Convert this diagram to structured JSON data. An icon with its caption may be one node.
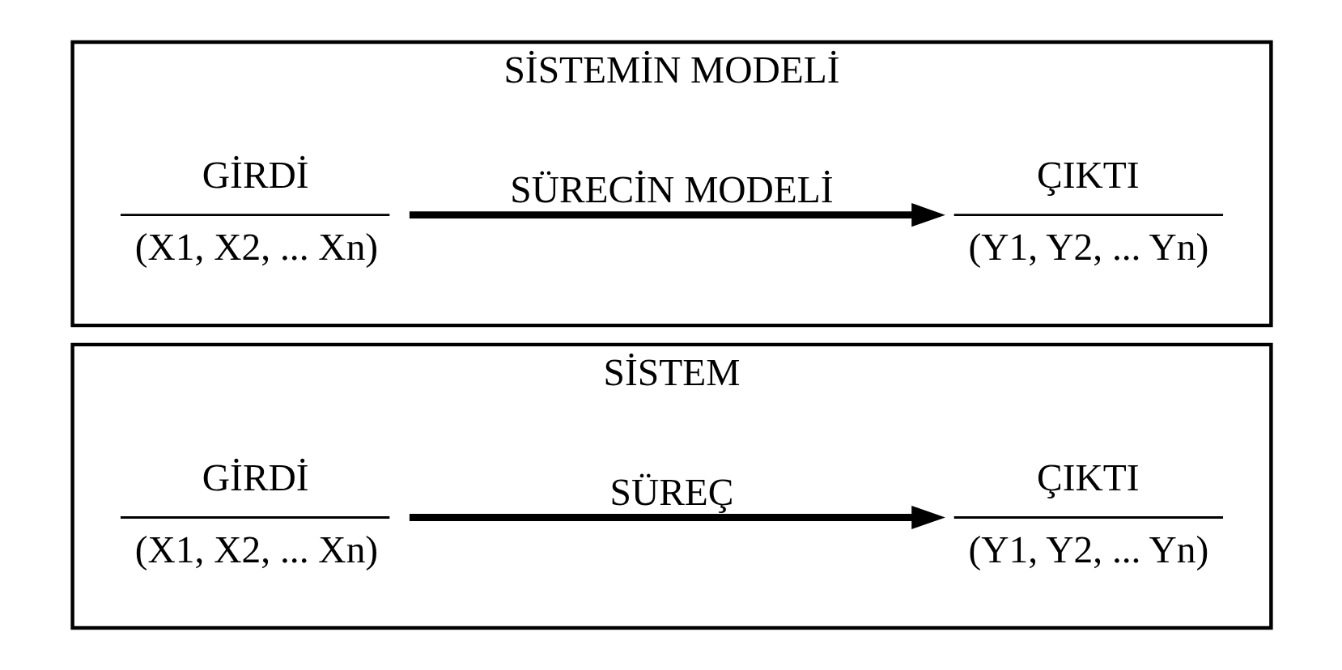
{
  "diagram": {
    "nodes": [
      {
        "text": [
          "SİSTEM"
        ]
      },
      {
        "text": [
          "GİRDİ",
          "(X1, X2, ... Xn)"
        ],
        "in": 0
      },
      {
        "text": [
          "ÇIKTI",
          "(Y1, Y2, ... Yn)"
        ],
        "in": 0
      },
      {
        "text": [
          "SİSTEMİN MODELİ"
        ]
      },
      {
        "text": [
          "GİRDİ",
          "(X1, X2, ... Xn)"
        ],
        "in": 3
      },
      {
        "text": [
          "ÇIKTI",
          "(Y1, Y2, ... Yn)"
        ],
        "in": 3
      }
    ],
    "edges": [
      {
        "from": 1,
        "to": 2,
        "arrow": "to",
        "label": "SÜREÇ"
      },
      {
        "from": 4,
        "to": 5,
        "arrow": "to",
        "label": "SÜRECİN MODELİ"
      }
    ]
  }
}
